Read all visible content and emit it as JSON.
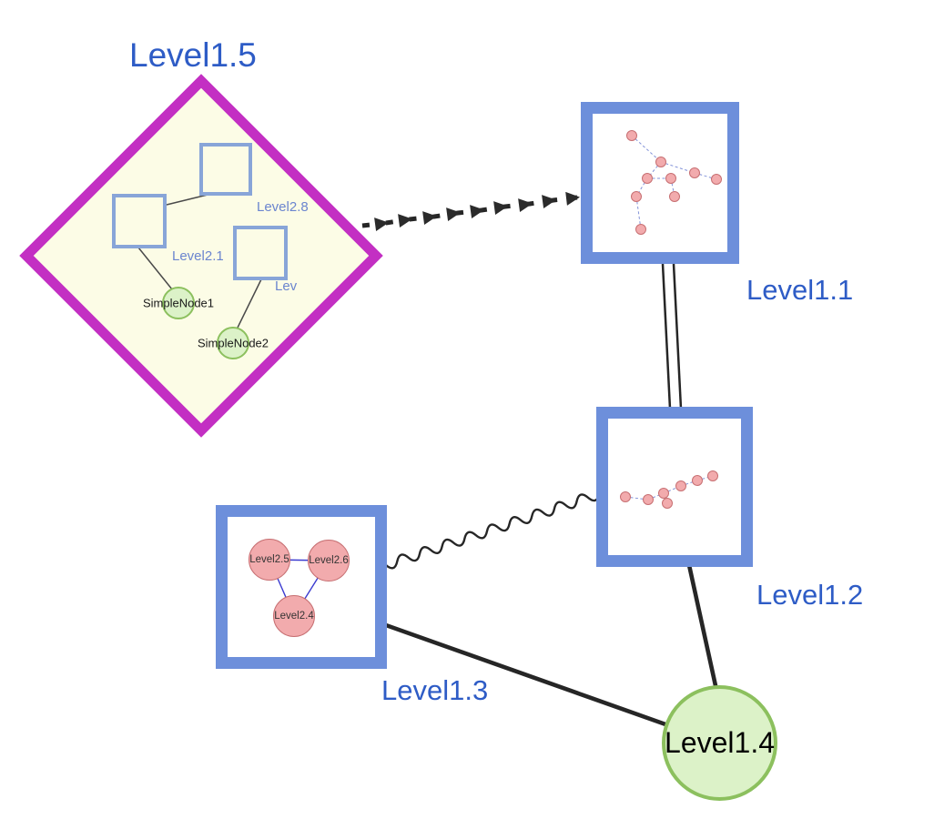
{
  "colors": {
    "group_border": "#c32fc3",
    "group_fill": "#fcfce6",
    "node_border": "#6d8fdb",
    "inner_border": "#88a5d8",
    "label_blue": "#2e5cc6",
    "inner_label_blue": "#6b85cf",
    "green_fill": "#dcf2c8",
    "green_border": "#8cc05e",
    "pink_fill": "#f2abad",
    "pink_border": "#c76f72",
    "edge_color": "#262626",
    "mini_edge_blue": "#8393d8",
    "tri_edge_blue": "#3b3bd0"
  },
  "nodes": {
    "level1_5": {
      "label": "Level1.5"
    },
    "level1_1": {
      "label": "Level1.1"
    },
    "level1_2": {
      "label": "Level1.2"
    },
    "level1_3": {
      "label": "Level1.3"
    },
    "level1_4": {
      "label": "Level1.4"
    },
    "level2_8": {
      "label": "Level2.8"
    },
    "level2_1": {
      "label": "Level2.1"
    },
    "level2_lev": {
      "label": "Lev"
    },
    "simple_node_1": {
      "label": "SimpleNode1"
    },
    "simple_node_2": {
      "label": "SimpleNode2"
    },
    "level2_5": {
      "label": "Level2.5"
    },
    "level2_6": {
      "label": "Level2.6"
    },
    "level2_4": {
      "label": "Level2.4"
    }
  },
  "edges": [
    {
      "from": "level1_5",
      "to": "level1_1",
      "style": "dashed-arrows"
    },
    {
      "from": "level1_1",
      "to": "level1_2",
      "style": "double-line"
    },
    {
      "from": "level1_3",
      "to": "level1_2",
      "style": "wavy"
    },
    {
      "from": "level1_3",
      "to": "level1_4",
      "style": "solid"
    },
    {
      "from": "level1_2",
      "to": "level1_4",
      "style": "solid"
    },
    {
      "from": "level2_8",
      "to": "level2_1",
      "style": "solid"
    },
    {
      "from": "level2_1",
      "to": "simple_node_1",
      "style": "solid"
    },
    {
      "from": "level2_lev",
      "to": "simple_node_2",
      "style": "solid"
    }
  ]
}
